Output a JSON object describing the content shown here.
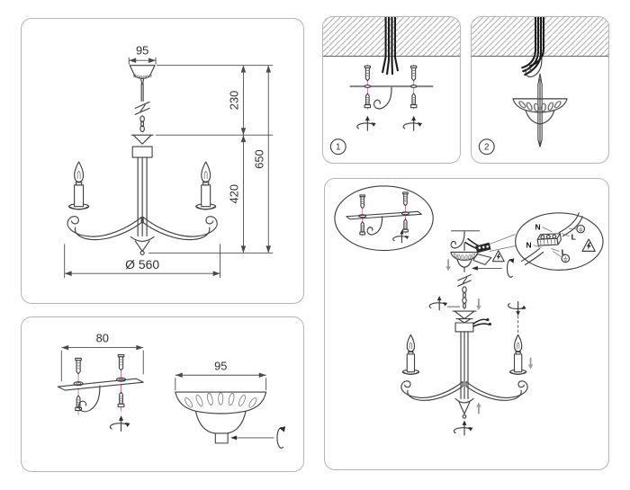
{
  "sheet": {
    "background": "#ffffff",
    "panel_border_color": "#b5b5b5"
  },
  "colors": {
    "line": "#3f3f3f",
    "dimension": "#4a4a4a",
    "centerline_magenta": "#e05cc0",
    "direction_arrow_gray": "#9b9b9b",
    "wire_black": "#1a1a1a",
    "ceiling_hatch": "#a8a8a8"
  },
  "overview": {
    "dim_canopy_width": "95",
    "dim_suspension_height": "230",
    "dim_total_height": "650",
    "dim_body_height": "420",
    "dim_diameter": "Ø 560"
  },
  "mounting_parts": {
    "dim_bracket_length": "80",
    "dim_canopy_diameter": "95"
  },
  "steps": {
    "step1_badge": "1",
    "step2_badge": "2"
  },
  "assembly": {
    "wiring": {
      "supply_neutral": "N",
      "supply_live": "L",
      "fixture_neutral": "N",
      "fixture_live": "L"
    }
  }
}
